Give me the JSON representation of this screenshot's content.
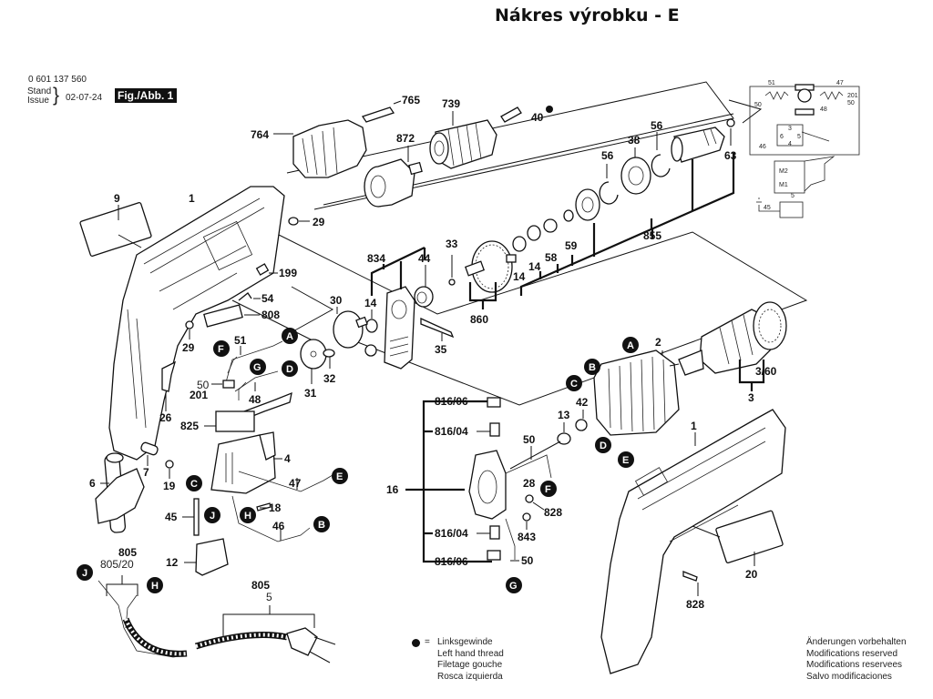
{
  "header": {
    "title": "Nákres výrobku - E",
    "document_number": "0 601 137 560",
    "stand_label": "Stand",
    "issue_label": "Issue",
    "issue_date": "02-07-24",
    "figure_label": "Fig./Abb. 1"
  },
  "part_labels": {
    "p1_top": "1",
    "p9": "9",
    "p29a": "29",
    "p29b": "29",
    "p199": "199",
    "p54": "54",
    "p808": "808",
    "p764": "764",
    "p765": "765",
    "p739": "739",
    "p40": "40",
    "p872": "872",
    "p56a": "56",
    "p56b": "56",
    "p38": "38",
    "p63": "63",
    "p855": "855",
    "p59": "59",
    "p58": "58",
    "p14a": "14",
    "p14b": "14",
    "p14c": "14",
    "p33": "33",
    "p44": "44",
    "p834": "834",
    "p860": "860",
    "p35": "35",
    "p30": "30",
    "p31": "31",
    "p32": "32",
    "p51": "51",
    "p50a": "50",
    "p201": "201",
    "p48": "48",
    "p825": "825",
    "p26": "26",
    "p4": "4",
    "p47": "47",
    "p18": "18",
    "p46": "46",
    "p45": "45",
    "p12": "12",
    "p7": "7",
    "p19": "19",
    "p6": "6",
    "p805a": "805",
    "p805_20": "805/20",
    "p805b": "805",
    "p5": "5",
    "p816_06a": "816/06",
    "p816_04a": "816/04",
    "p816_04b": "816/04",
    "p816_06b": "816/06",
    "p16": "16",
    "p50b": "50",
    "p50c": "50",
    "p28": "28",
    "p828a": "828",
    "p843": "843",
    "p13": "13",
    "p42": "42",
    "p2": "2",
    "p3_60": "3/60",
    "p3": "3",
    "p1_bottom": "1",
    "p20": "20",
    "p828b": "828"
  },
  "connectors": {
    "A1": "A",
    "F1": "F",
    "G1": "G",
    "D1": "D",
    "E1": "E",
    "B1": "B",
    "C1": "C",
    "J1": "J",
    "H1": "H",
    "J2": "J",
    "H2": "H",
    "F2": "F",
    "G2": "G",
    "A2": "A",
    "B2": "B",
    "C2": "C",
    "D2": "D",
    "E2": "E"
  },
  "wiring_diagram": {
    "labels": [
      "51",
      "47",
      "50",
      "201",
      "50",
      "48",
      "46",
      "3",
      "6",
      "5",
      "4",
      "M2",
      "M1",
      "5",
      "45"
    ]
  },
  "legend": {
    "symbol": "left-hand-thread-dot",
    "equals": "=",
    "lines": [
      "Linksgewinde",
      "Left hand thread",
      "Filetage gouche",
      "Rosca izquierda"
    ]
  },
  "notes": {
    "lines": [
      "Änderungen vorbehalten",
      "Modifications reserved",
      "Modifications reservees",
      "Salvo modificaciones"
    ]
  }
}
